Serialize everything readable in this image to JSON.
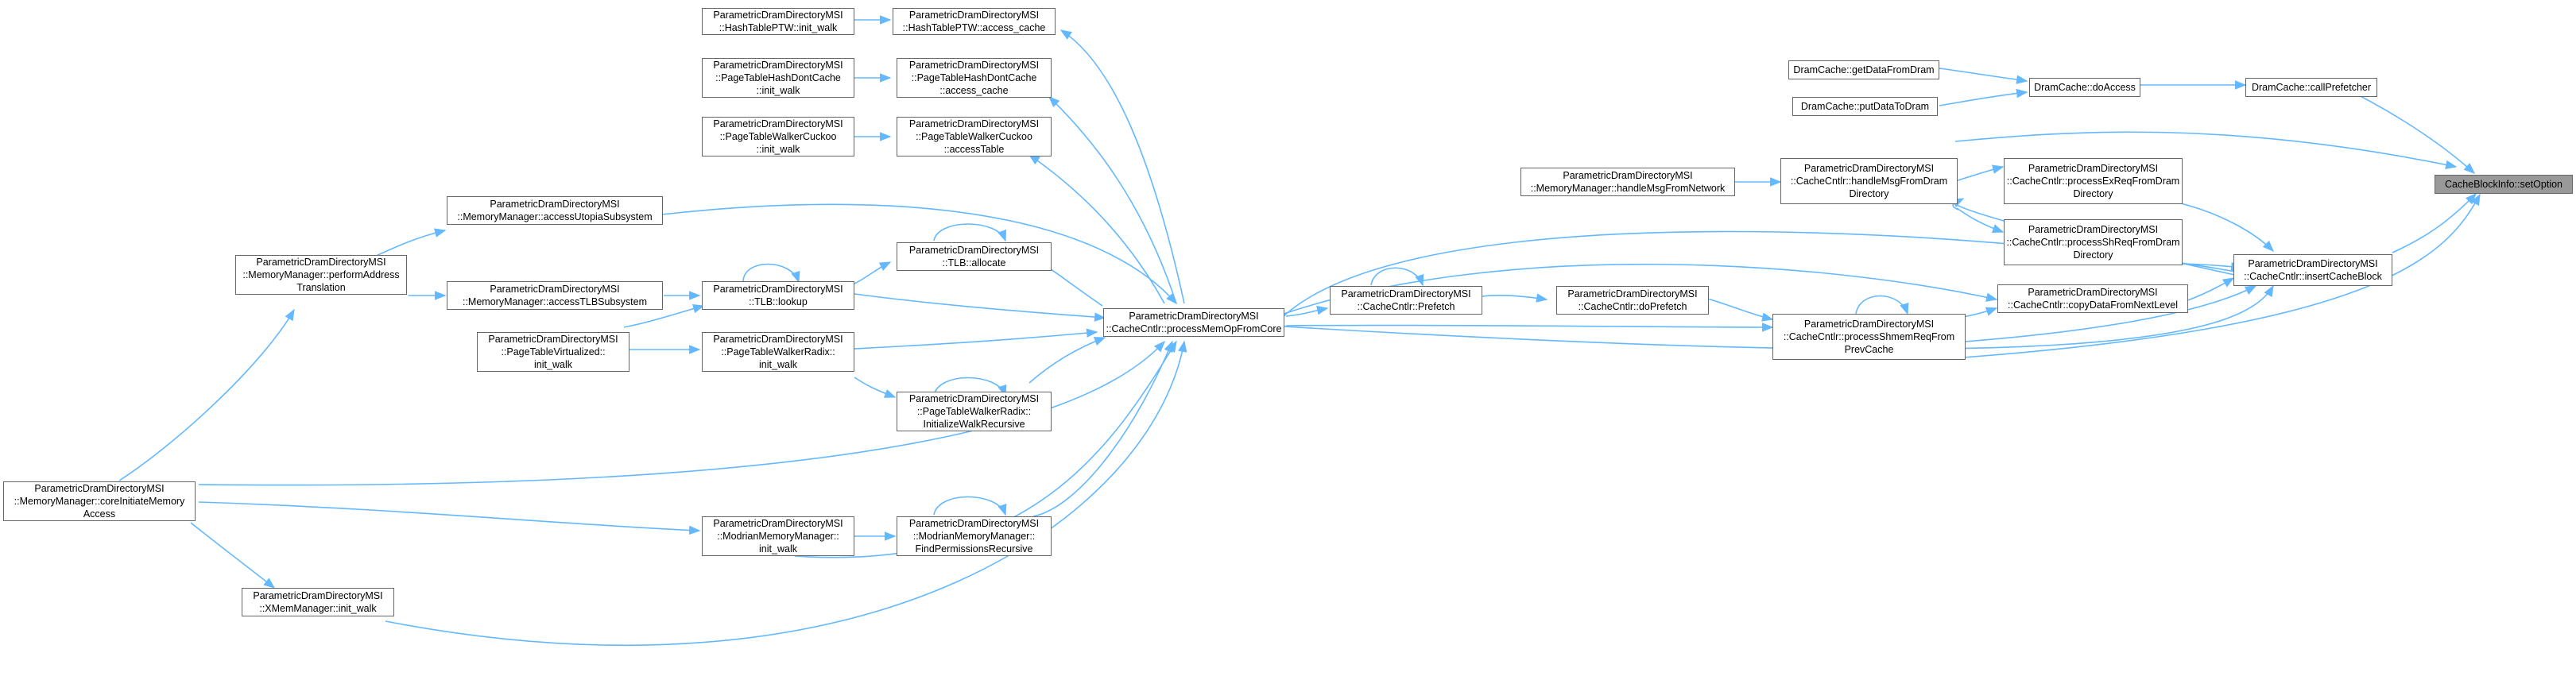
{
  "colors": {
    "edge": "#63b8ff",
    "node_border": "#666666",
    "root_fill": "#999999"
  },
  "nodes": {
    "n1": "ParametricDramDirectoryMSI\n::HashTablePTW::init_walk",
    "n2": "ParametricDramDirectoryMSI\n::HashTablePTW::access_cache",
    "n3": "ParametricDramDirectoryMSI\n::PageTableHashDontCache\n::init_walk",
    "n4": "ParametricDramDirectoryMSI\n::PageTableHashDontCache\n::access_cache",
    "n5": "ParametricDramDirectoryMSI\n::PageTableWalkerCuckoo\n::init_walk",
    "n6": "ParametricDramDirectoryMSI\n::PageTableWalkerCuckoo\n::accessTable",
    "n7": "ParametricDramDirectoryMSI\n::MemoryManager::accessUtopiaSubsystem",
    "n8": "ParametricDramDirectoryMSI\n::MemoryManager::performAddress\nTranslation",
    "n9": "ParametricDramDirectoryMSI\n::MemoryManager::accessTLBSubsystem",
    "n10": "ParametricDramDirectoryMSI\n::TLB::allocate",
    "n11": "ParametricDramDirectoryMSI\n::TLB::lookup",
    "n12": "ParametricDramDirectoryMSI\n::PageTableVirtualized::\ninit_walk",
    "n13": "ParametricDramDirectoryMSI\n::PageTableWalkerRadix::\ninit_walk",
    "n14": "ParametricDramDirectoryMSI\n::PageTableWalkerRadix::\nInitializeWalkRecursive",
    "n15": "ParametricDramDirectoryMSI\n::MemoryManager::coreInitiateMemory\nAccess",
    "n16": "ParametricDramDirectoryMSI\n::ModrianMemoryManager::\ninit_walk",
    "n17": "ParametricDramDirectoryMSI\n::ModrianMemoryManager::\nFindPermissionsRecursive",
    "n18": "ParametricDramDirectoryMSI\n::XMemManager::init_walk",
    "n19": "ParametricDramDirectoryMSI\n::CacheCntlr::processMemOpFromCore",
    "n20": "ParametricDramDirectoryMSI\n::CacheCntlr::Prefetch",
    "n21": "ParametricDramDirectoryMSI\n::MemoryManager::handleMsgFromNetwork",
    "n22": "ParametricDramDirectoryMSI\n::CacheCntlr::doPrefetch",
    "n23": "ParametricDramDirectoryMSI\n::CacheCntlr::handleMsgFromDram\nDirectory",
    "n24": "ParametricDramDirectoryMSI\n::CacheCntlr::processShmemReqFrom\nPrevCache",
    "n25": "DramCache::getDataFromDram",
    "n26": "DramCache::putDataToDram",
    "n27": "DramCache::doAccess",
    "n28": "DramCache::callPrefetcher",
    "n29": "ParametricDramDirectoryMSI\n::CacheCntlr::processExReqFromDram\nDirectory",
    "n30": "ParametricDramDirectoryMSI\n::CacheCntlr::processShReqFromDram\nDirectory",
    "n31": "ParametricDramDirectoryMSI\n::CacheCntlr::copyDataFromNextLevel",
    "n32": "ParametricDramDirectoryMSI\n::CacheCntlr::insertCacheBlock",
    "n33": "CacheBlockInfo::setOption"
  }
}
